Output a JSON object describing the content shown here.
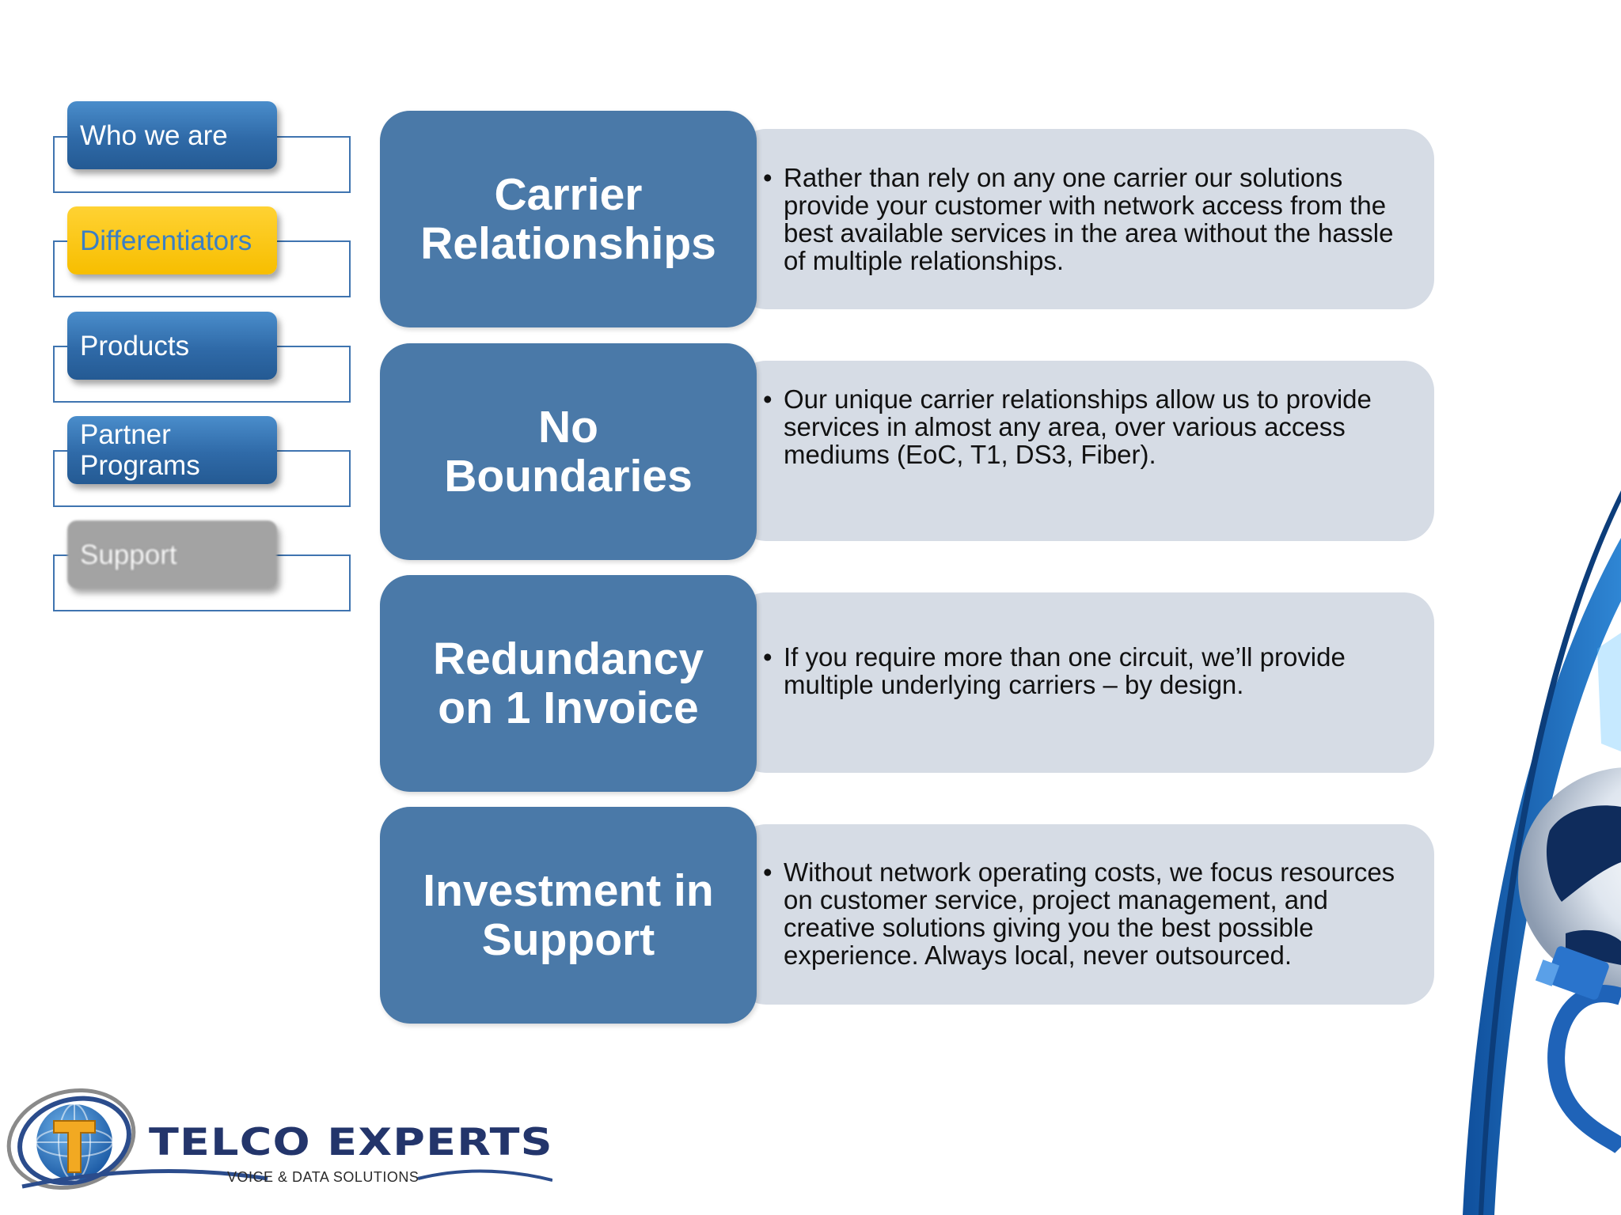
{
  "nav": {
    "items": [
      {
        "label": "Who we are",
        "state": "default"
      },
      {
        "label": "Differentiators",
        "state": "active"
      },
      {
        "label": "Products",
        "state": "default"
      },
      {
        "label": "Partner Programs",
        "state": "default"
      },
      {
        "label": "Support",
        "state": "disabled"
      }
    ]
  },
  "rows": [
    {
      "title": "Carrier Relationships",
      "text": "Rather than rely on any one carrier our solutions provide your customer with network access from the best available services in the area without the hassle of multiple relationships."
    },
    {
      "title": "No Boundaries",
      "text": "Our unique carrier relationships allow us to provide services in almost any area, over various access mediums (EoC, T1, DS3, Fiber)."
    },
    {
      "title": "Redundancy on 1 Invoice",
      "text": "If you require more than one circuit, we’ll provide multiple underlying carriers – by design."
    },
    {
      "title": "Investment in Support",
      "text": "Without network operating costs, we focus resources on customer service, project management, and creative solutions giving you the best possible experience. Always local, never outsourced."
    }
  ],
  "logo": {
    "name": "TELCO EXPERTS",
    "tagline": "VOICE & DATA SOLUTIONS"
  },
  "colors": {
    "nav_blue": "#2f6aa8",
    "nav_active": "#f7be00",
    "nav_disabled": "#a3a3a3",
    "title_box": "#4a79a8",
    "panel_box": "#d6dce5"
  },
  "icons": [
    "globe-icon",
    "ethernet-cable-icon"
  ]
}
